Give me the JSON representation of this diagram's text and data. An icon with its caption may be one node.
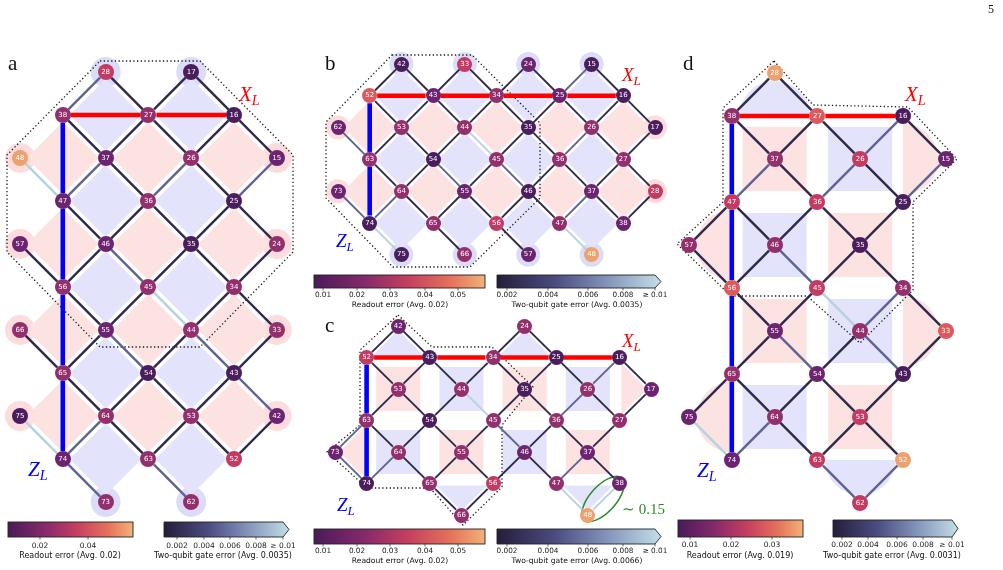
{
  "diagram": {
    "nodes": [
      {
        "text": [
          "28"
        ]
      },
      {
        "text": [
          "17"
        ]
      },
      {
        "text": [
          "38"
        ]
      },
      {
        "text": [
          "27"
        ]
      },
      {
        "text": [
          "16"
        ]
      },
      {
        "text": [
          "48"
        ]
      },
      {
        "text": [
          "37"
        ]
      },
      {
        "text": [
          "26"
        ]
      },
      {
        "text": [
          "15"
        ]
      },
      {
        "text": [
          "47"
        ]
      },
      {
        "text": [
          "36"
        ]
      },
      {
        "text": [
          "25"
        ]
      },
      {
        "text": [
          "57"
        ]
      },
      {
        "text": [
          "46"
        ]
      },
      {
        "text": [
          "35"
        ]
      },
      {
        "text": [
          "24"
        ]
      },
      {
        "text": [
          "56"
        ]
      },
      {
        "text": [
          "45"
        ]
      },
      {
        "text": [
          "34"
        ]
      },
      {
        "text": [
          "66"
        ]
      },
      {
        "text": [
          "55"
        ]
      },
      {
        "text": [
          "44"
        ]
      },
      {
        "text": [
          "33"
        ]
      },
      {
        "text": [
          "65"
        ]
      },
      {
        "text": [
          "54"
        ]
      },
      {
        "text": [
          "43"
        ]
      },
      {
        "text": [
          "75"
        ]
      },
      {
        "text": [
          "64"
        ]
      },
      {
        "text": [
          "53"
        ]
      },
      {
        "text": [
          "42"
        ]
      },
      {
        "text": [
          "74"
        ]
      },
      {
        "text": [
          "63"
        ]
      },
      {
        "text": [
          "52"
        ]
      },
      {
        "text": [
          "73"
        ]
      },
      {
        "text": [
          "62"
        ]
      },
      {
        "text": [
          "42"
        ]
      },
      {
        "text": [
          "33"
        ]
      },
      {
        "text": [
          "24"
        ]
      },
      {
        "text": [
          "15"
        ]
      },
      {
        "text": [
          "52"
        ]
      },
      {
        "text": [
          "43"
        ]
      },
      {
        "text": [
          "34"
        ]
      },
      {
        "text": [
          "25"
        ]
      },
      {
        "text": [
          "16"
        ]
      },
      {
        "text": [
          "62"
        ]
      },
      {
        "text": [
          "53"
        ]
      },
      {
        "text": [
          "44"
        ]
      },
      {
        "text": [
          "35"
        ]
      },
      {
        "text": [
          "26"
        ]
      },
      {
        "text": [
          "17"
        ]
      },
      {
        "text": [
          "63"
        ]
      },
      {
        "text": [
          "54"
        ]
      },
      {
        "text": [
          "45"
        ]
      },
      {
        "text": [
          "36"
        ]
      },
      {
        "text": [
          "27"
        ]
      },
      {
        "text": [
          "73"
        ]
      },
      {
        "text": [
          "64"
        ]
      },
      {
        "text": [
          "55"
        ]
      },
      {
        "text": [
          "46"
        ]
      },
      {
        "text": [
          "37"
        ]
      },
      {
        "text": [
          "28"
        ]
      },
      {
        "text": [
          "74"
        ]
      },
      {
        "text": [
          "65"
        ]
      },
      {
        "text": [
          "56"
        ]
      },
      {
        "text": [
          "47"
        ]
      },
      {
        "text": [
          "38"
        ]
      },
      {
        "text": [
          "75"
        ]
      },
      {
        "text": [
          "66"
        ]
      },
      {
        "text": [
          "57"
        ]
      },
      {
        "text": [
          "48"
        ]
      },
      {
        "text": [
          "42"
        ]
      },
      {
        "text": [
          "24"
        ]
      },
      {
        "text": [
          "52"
        ]
      },
      {
        "text": [
          "43"
        ]
      },
      {
        "text": [
          "34"
        ]
      },
      {
        "text": [
          "25"
        ]
      },
      {
        "text": [
          "16"
        ]
      },
      {
        "text": [
          "53"
        ]
      },
      {
        "text": [
          "44"
        ]
      },
      {
        "text": [
          "35"
        ]
      },
      {
        "text": [
          "26"
        ]
      },
      {
        "text": [
          "17"
        ]
      },
      {
        "text": [
          "63"
        ]
      },
      {
        "text": [
          "54"
        ]
      },
      {
        "text": [
          "45"
        ]
      },
      {
        "text": [
          "36"
        ]
      },
      {
        "text": [
          "27"
        ]
      },
      {
        "text": [
          "73"
        ]
      },
      {
        "text": [
          "64"
        ]
      },
      {
        "text": [
          "55"
        ]
      },
      {
        "text": [
          "46"
        ]
      },
      {
        "text": [
          "37"
        ]
      },
      {
        "text": [
          "74"
        ]
      },
      {
        "text": [
          "65"
        ]
      },
      {
        "text": [
          "56"
        ]
      },
      {
        "text": [
          "47"
        ]
      },
      {
        "text": [
          "38"
        ]
      },
      {
        "text": [
          "66"
        ]
      },
      {
        "text": [
          "48"
        ]
      },
      {
        "text": [
          "28"
        ]
      },
      {
        "text": [
          "38"
        ]
      },
      {
        "text": [
          "27"
        ]
      },
      {
        "text": [
          "16"
        ]
      },
      {
        "text": [
          "37"
        ]
      },
      {
        "text": [
          "26"
        ]
      },
      {
        "text": [
          "15"
        ]
      },
      {
        "text": [
          "47"
        ]
      },
      {
        "text": [
          "36"
        ]
      },
      {
        "text": [
          "25"
        ]
      },
      {
        "text": [
          "57"
        ]
      },
      {
        "text": [
          "46"
        ]
      },
      {
        "text": [
          "35"
        ]
      },
      {
        "text": [
          "56"
        ]
      },
      {
        "text": [
          "45"
        ]
      },
      {
        "text": [
          "34"
        ]
      },
      {
        "text": [
          "55"
        ]
      },
      {
        "text": [
          "44"
        ]
      },
      {
        "text": [
          "33"
        ]
      },
      {
        "text": [
          "65"
        ]
      },
      {
        "text": [
          "54"
        ]
      },
      {
        "text": [
          "43"
        ]
      },
      {
        "text": [
          "75"
        ]
      },
      {
        "text": [
          "64"
        ]
      },
      {
        "text": [
          "53"
        ]
      },
      {
        "text": [
          "74"
        ]
      },
      {
        "text": [
          "63"
        ]
      },
      {
        "text": [
          "52"
        ]
      },
      {
        "text": [
          "62"
        ]
      }
    ],
    "edges": [
      {
        "from": 0,
        "to": 2,
        "arrow": "none",
        "color": "#5f6394"
      },
      {
        "from": 0,
        "to": 3,
        "arrow": "none"
      },
      {
        "from": 1,
        "to": 3,
        "arrow": "none"
      },
      {
        "from": 1,
        "to": 4,
        "arrow": "none"
      },
      {
        "from": 2,
        "to": 6,
        "arrow": "none"
      },
      {
        "from": 3,
        "to": 6,
        "arrow": "none"
      },
      {
        "from": 3,
        "to": 7,
        "arrow": "none"
      },
      {
        "from": 4,
        "to": 7,
        "arrow": "none"
      },
      {
        "from": 4,
        "to": 8,
        "arrow": "none"
      },
      {
        "from": 5,
        "to": 9,
        "arrow": "none",
        "color": "#b4d3de"
      },
      {
        "from": 6,
        "to": 9,
        "arrow": "none",
        "color": "#5f6394"
      },
      {
        "from": 6,
        "to": 10,
        "arrow": "none"
      },
      {
        "from": 7,
        "to": 10,
        "arrow": "none",
        "color": "#5f6394"
      },
      {
        "from": 7,
        "to": 11,
        "arrow": "none"
      },
      {
        "from": 8,
        "to": 11,
        "arrow": "none",
        "color": "#5f6394"
      },
      {
        "from": 9,
        "to": 13,
        "arrow": "none"
      },
      {
        "from": 10,
        "to": 13,
        "arrow": "none"
      },
      {
        "from": 10,
        "to": 14,
        "arrow": "none"
      },
      {
        "from": 11,
        "to": 14,
        "arrow": "none"
      },
      {
        "from": 11,
        "to": 15,
        "arrow": "none"
      },
      {
        "from": 12,
        "to": 16,
        "arrow": "none"
      },
      {
        "from": 13,
        "to": 16,
        "arrow": "none"
      },
      {
        "from": 13,
        "to": 17,
        "arrow": "none",
        "color": "#5f6394"
      },
      {
        "from": 14,
        "to": 17,
        "arrow": "none"
      },
      {
        "from": 14,
        "to": 18,
        "arrow": "none"
      },
      {
        "from": 15,
        "to": 18,
        "arrow": "none"
      },
      {
        "from": 16,
        "to": 20,
        "arrow": "none"
      },
      {
        "from": 17,
        "to": 20,
        "arrow": "none"
      },
      {
        "from": 17,
        "to": 21,
        "arrow": "none",
        "color": "#b4d3de"
      },
      {
        "from": 18,
        "to": 21,
        "arrow": "none"
      },
      {
        "from": 18,
        "to": 22,
        "arrow": "none"
      },
      {
        "from": 19,
        "to": 23,
        "arrow": "none"
      },
      {
        "from": 20,
        "to": 23,
        "arrow": "none"
      },
      {
        "from": 20,
        "to": 24,
        "arrow": "none",
        "color": "#5f6394"
      },
      {
        "from": 21,
        "to": 24,
        "arrow": "none"
      },
      {
        "from": 21,
        "to": 25,
        "arrow": "none",
        "color": "#5f6394"
      },
      {
        "from": 22,
        "to": 25,
        "arrow": "none"
      },
      {
        "from": 23,
        "to": 27,
        "arrow": "none"
      },
      {
        "from": 24,
        "to": 27,
        "arrow": "none"
      },
      {
        "from": 24,
        "to": 28,
        "arrow": "none"
      },
      {
        "from": 25,
        "to": 28,
        "arrow": "none"
      },
      {
        "from": 25,
        "to": 29,
        "arrow": "none",
        "color": "#5f6394"
      },
      {
        "from": 26,
        "to": 30,
        "arrow": "none",
        "color": "#b4d3de"
      },
      {
        "from": 27,
        "to": 30,
        "arrow": "none",
        "color": "#5f6394"
      },
      {
        "from": 27,
        "to": 31,
        "arrow": "none"
      },
      {
        "from": 28,
        "to": 31,
        "arrow": "none"
      },
      {
        "from": 28,
        "to": 32,
        "arrow": "none"
      },
      {
        "from": 29,
        "to": 32,
        "arrow": "none"
      },
      {
        "from": 30,
        "to": 33,
        "arrow": "none",
        "color": "#5f6394"
      },
      {
        "from": 31,
        "to": 34,
        "arrow": "none",
        "color": "#5f6394"
      },
      {
        "from": 2,
        "to": 3,
        "arrow": "none",
        "style": "thick",
        "color": "#ff0000"
      },
      {
        "from": 3,
        "to": 4,
        "arrow": "none",
        "style": "thick",
        "color": "#ff0000"
      },
      {
        "from": 2,
        "to": 9,
        "arrow": "none",
        "style": "thick",
        "color": "#0000ff"
      },
      {
        "from": 9,
        "to": 16,
        "arrow": "none",
        "style": "thick",
        "color": "#0000ff"
      },
      {
        "from": 16,
        "to": 23,
        "arrow": "none",
        "style": "thick",
        "color": "#0000ff"
      },
      {
        "from": 23,
        "to": 30,
        "arrow": "none",
        "style": "thick",
        "color": "#0000ff"
      },
      {
        "from": 35,
        "to": 39,
        "arrow": "none"
      },
      {
        "from": 35,
        "to": 40,
        "arrow": "none"
      },
      {
        "from": 36,
        "to": 40,
        "arrow": "none"
      },
      {
        "from": 36,
        "to": 41,
        "arrow": "none"
      },
      {
        "from": 37,
        "to": 41,
        "arrow": "none"
      },
      {
        "from": 37,
        "to": 42,
        "arrow": "none"
      },
      {
        "from": 38,
        "to": 42,
        "arrow": "none",
        "color": "#5f6394"
      },
      {
        "from": 38,
        "to": 43,
        "arrow": "none"
      },
      {
        "from": 39,
        "to": 45,
        "arrow": "none"
      },
      {
        "from": 40,
        "to": 45,
        "arrow": "none"
      },
      {
        "from": 40,
        "to": 46,
        "arrow": "none"
      },
      {
        "from": 41,
        "to": 46,
        "arrow": "none"
      },
      {
        "from": 41,
        "to": 47,
        "arrow": "none"
      },
      {
        "from": 42,
        "to": 47,
        "arrow": "none"
      },
      {
        "from": 42,
        "to": 48,
        "arrow": "none"
      },
      {
        "from": 43,
        "to": 48,
        "arrow": "none"
      },
      {
        "from": 43,
        "to": 49,
        "arrow": "none"
      },
      {
        "from": 44,
        "to": 50,
        "arrow": "none",
        "color": "#5f6394"
      },
      {
        "from": 45,
        "to": 50,
        "arrow": "none"
      },
      {
        "from": 45,
        "to": 51,
        "arrow": "none"
      },
      {
        "from": 46,
        "to": 51,
        "arrow": "none"
      },
      {
        "from": 46,
        "to": 52,
        "arrow": "none",
        "color": "#b4d3de"
      },
      {
        "from": 47,
        "to": 52,
        "arrow": "none"
      },
      {
        "from": 47,
        "to": 53,
        "arrow": "none"
      },
      {
        "from": 48,
        "to": 53,
        "arrow": "none",
        "color": "#5f6394"
      },
      {
        "from": 48,
        "to": 54,
        "arrow": "none"
      },
      {
        "from": 49,
        "to": 54,
        "arrow": "none"
      },
      {
        "from": 50,
        "to": 56,
        "arrow": "none"
      },
      {
        "from": 51,
        "to": 56,
        "arrow": "none"
      },
      {
        "from": 51,
        "to": 57,
        "arrow": "none",
        "color": "#5f6394"
      },
      {
        "from": 52,
        "to": 57,
        "arrow": "none"
      },
      {
        "from": 52,
        "to": 58,
        "arrow": "none",
        "color": "#5f6394"
      },
      {
        "from": 53,
        "to": 58,
        "arrow": "none"
      },
      {
        "from": 53,
        "to": 59,
        "arrow": "none"
      },
      {
        "from": 54,
        "to": 59,
        "arrow": "none"
      },
      {
        "from": 54,
        "to": 60,
        "arrow": "none"
      },
      {
        "from": 55,
        "to": 61,
        "arrow": "none",
        "color": "#5f6394"
      },
      {
        "from": 56,
        "to": 61,
        "arrow": "none",
        "color": "#5f6394"
      },
      {
        "from": 56,
        "to": 62,
        "arrow": "none"
      },
      {
        "from": 57,
        "to": 62,
        "arrow": "none"
      },
      {
        "from": 57,
        "to": 63,
        "arrow": "none"
      },
      {
        "from": 58,
        "to": 63,
        "arrow": "none"
      },
      {
        "from": 58,
        "to": 64,
        "arrow": "none"
      },
      {
        "from": 59,
        "to": 64,
        "arrow": "none",
        "color": "#5f6394"
      },
      {
        "from": 59,
        "to": 65,
        "arrow": "none"
      },
      {
        "from": 60,
        "to": 65,
        "arrow": "none"
      },
      {
        "from": 61,
        "to": 66,
        "arrow": "none",
        "color": "#b4d3de"
      },
      {
        "from": 62,
        "to": 67,
        "arrow": "none"
      },
      {
        "from": 63,
        "to": 68,
        "arrow": "none"
      },
      {
        "from": 64,
        "to": 69,
        "arrow": "none",
        "color": "#b4d3de"
      },
      {
        "from": 39,
        "to": 40,
        "arrow": "none",
        "style": "thick",
        "color": "#ff0000"
      },
      {
        "from": 40,
        "to": 41,
        "arrow": "none",
        "style": "thick",
        "color": "#ff0000"
      },
      {
        "from": 41,
        "to": 42,
        "arrow": "none",
        "style": "thick",
        "color": "#ff0000"
      },
      {
        "from": 42,
        "to": 43,
        "arrow": "none",
        "style": "thick",
        "color": "#ff0000"
      },
      {
        "from": 39,
        "to": 50,
        "arrow": "none",
        "style": "thick",
        "color": "#0000ff"
      },
      {
        "from": 50,
        "to": 61,
        "arrow": "none",
        "style": "thick",
        "color": "#0000ff"
      },
      {
        "from": 70,
        "to": 72,
        "arrow": "none"
      },
      {
        "from": 70,
        "to": 73,
        "arrow": "none"
      },
      {
        "from": 71,
        "to": 74,
        "arrow": "none"
      },
      {
        "from": 71,
        "to": 75,
        "arrow": "none"
      },
      {
        "from": 72,
        "to": 77,
        "arrow": "none"
      },
      {
        "from": 73,
        "to": 77,
        "arrow": "none"
      },
      {
        "from": 73,
        "to": 78,
        "arrow": "none"
      },
      {
        "from": 74,
        "to": 78,
        "arrow": "none"
      },
      {
        "from": 74,
        "to": 79,
        "arrow": "none"
      },
      {
        "from": 75,
        "to": 79,
        "arrow": "none"
      },
      {
        "from": 75,
        "to": 80,
        "arrow": "none"
      },
      {
        "from": 76,
        "to": 80,
        "arrow": "none",
        "color": "#5f6394"
      },
      {
        "from": 76,
        "to": 81,
        "arrow": "none"
      },
      {
        "from": 77,
        "to": 82,
        "arrow": "none"
      },
      {
        "from": 77,
        "to": 83,
        "arrow": "none"
      },
      {
        "from": 78,
        "to": 83,
        "arrow": "none"
      },
      {
        "from": 78,
        "to": 84,
        "arrow": "none",
        "color": "#b4d3de"
      },
      {
        "from": 79,
        "to": 84,
        "arrow": "none"
      },
      {
        "from": 79,
        "to": 85,
        "arrow": "none"
      },
      {
        "from": 80,
        "to": 85,
        "arrow": "none",
        "color": "#5f6394"
      },
      {
        "from": 80,
        "to": 86,
        "arrow": "none"
      },
      {
        "from": 81,
        "to": 86,
        "arrow": "none"
      },
      {
        "from": 87,
        "to": 82,
        "arrow": "none",
        "color": "#5f6394"
      },
      {
        "from": 82,
        "to": 88,
        "arrow": "none"
      },
      {
        "from": 83,
        "to": 88,
        "arrow": "none"
      },
      {
        "from": 83,
        "to": 89,
        "arrow": "none"
      },
      {
        "from": 84,
        "to": 89,
        "arrow": "none"
      },
      {
        "from": 84,
        "to": 90,
        "arrow": "none",
        "color": "#5f6394"
      },
      {
        "from": 85,
        "to": 90,
        "arrow": "none"
      },
      {
        "from": 85,
        "to": 91,
        "arrow": "none"
      },
      {
        "from": 86,
        "to": 91,
        "arrow": "none"
      },
      {
        "from": 87,
        "to": 92,
        "arrow": "none",
        "color": "#5f6394"
      },
      {
        "from": 88,
        "to": 92,
        "arrow": "none",
        "color": "#5f6394"
      },
      {
        "from": 88,
        "to": 93,
        "arrow": "none"
      },
      {
        "from": 89,
        "to": 93,
        "arrow": "none"
      },
      {
        "from": 89,
        "to": 94,
        "arrow": "none"
      },
      {
        "from": 90,
        "to": 94,
        "arrow": "none"
      },
      {
        "from": 90,
        "to": 95,
        "arrow": "none"
      },
      {
        "from": 91,
        "to": 95,
        "arrow": "none",
        "color": "#5f6394"
      },
      {
        "from": 91,
        "to": 96,
        "arrow": "none"
      },
      {
        "from": 93,
        "to": 97,
        "arrow": "none"
      },
      {
        "from": 94,
        "to": 97,
        "arrow": "none"
      },
      {
        "from": 95,
        "to": 98,
        "arrow": "none",
        "color": "#b4d3de"
      },
      {
        "from": 96,
        "to": 98,
        "arrow": "none",
        "color": "#b4d3de"
      },
      {
        "from": 72,
        "to": 73,
        "arrow": "none",
        "style": "thick",
        "color": "#ff0000"
      },
      {
        "from": 73,
        "to": 74,
        "arrow": "none",
        "style": "thick",
        "color": "#ff0000"
      },
      {
        "from": 74,
        "to": 75,
        "arrow": "none",
        "style": "thick",
        "color": "#ff0000"
      },
      {
        "from": 75,
        "to": 76,
        "arrow": "none",
        "style": "thick",
        "color": "#ff0000"
      },
      {
        "from": 72,
        "to": 82,
        "arrow": "none",
        "style": "thick",
        "color": "#0000ff"
      },
      {
        "from": 82,
        "to": 92,
        "arrow": "none",
        "style": "thick",
        "color": "#0000ff"
      },
      {
        "from": 99,
        "to": 100,
        "arrow": "none"
      },
      {
        "from": 99,
        "to": 101,
        "arrow": "none"
      },
      {
        "from": 100,
        "to": 103,
        "arrow": "none"
      },
      {
        "from": 101,
        "to": 103,
        "arrow": "none"
      },
      {
        "from": 101,
        "to": 104,
        "arrow": "none"
      },
      {
        "from": 102,
        "to": 104,
        "arrow": "none",
        "color": "#5f6394"
      },
      {
        "from": 102,
        "to": 105,
        "arrow": "none"
      },
      {
        "from": 103,
        "to": 106,
        "arrow": "none",
        "color": "#5f6394"
      },
      {
        "from": 103,
        "to": 107,
        "arrow": "none"
      },
      {
        "from": 104,
        "to": 107,
        "arrow": "none",
        "color": "#5f6394"
      },
      {
        "from": 104,
        "to": 108,
        "arrow": "none"
      },
      {
        "from": 105,
        "to": 108,
        "arrow": "none",
        "color": "#5f6394"
      },
      {
        "from": 109,
        "to": 106,
        "arrow": "none"
      },
      {
        "from": 106,
        "to": 110,
        "arrow": "none"
      },
      {
        "from": 107,
        "to": 110,
        "arrow": "none"
      },
      {
        "from": 107,
        "to": 111,
        "arrow": "none"
      },
      {
        "from": 108,
        "to": 111,
        "arrow": "none"
      },
      {
        "from": 109,
        "to": 112,
        "arrow": "none"
      },
      {
        "from": 110,
        "to": 112,
        "arrow": "none"
      },
      {
        "from": 110,
        "to": 113,
        "arrow": "none",
        "color": "#5f6394"
      },
      {
        "from": 111,
        "to": 113,
        "arrow": "none"
      },
      {
        "from": 111,
        "to": 114,
        "arrow": "none"
      },
      {
        "from": 112,
        "to": 115,
        "arrow": "none"
      },
      {
        "from": 113,
        "to": 115,
        "arrow": "none"
      },
      {
        "from": 113,
        "to": 116,
        "arrow": "none",
        "color": "#b4d3de"
      },
      {
        "from": 114,
        "to": 116,
        "arrow": "none",
        "color": "#5f6394"
      },
      {
        "from": 114,
        "to": 117,
        "arrow": "none"
      },
      {
        "from": 115,
        "to": 118,
        "arrow": "none"
      },
      {
        "from": 115,
        "to": 119,
        "arrow": "none",
        "color": "#5f6394"
      },
      {
        "from": 116,
        "to": 119,
        "arrow": "none"
      },
      {
        "from": 116,
        "to": 120,
        "arrow": "none",
        "color": "#5f6394"
      },
      {
        "from": 117,
        "to": 120,
        "arrow": "none"
      },
      {
        "from": 121,
        "to": 118,
        "arrow": "none"
      },
      {
        "from": 118,
        "to": 122,
        "arrow": "none"
      },
      {
        "from": 119,
        "to": 122,
        "arrow": "none"
      },
      {
        "from": 119,
        "to": 123,
        "arrow": "none"
      },
      {
        "from": 120,
        "to": 123,
        "arrow": "none"
      },
      {
        "from": 121,
        "to": 124,
        "arrow": "none",
        "color": "#b4d3de"
      },
      {
        "from": 122,
        "to": 124,
        "arrow": "none",
        "color": "#5f6394"
      },
      {
        "from": 122,
        "to": 125,
        "arrow": "none"
      },
      {
        "from": 123,
        "to": 125,
        "arrow": "none"
      },
      {
        "from": 123,
        "to": 126,
        "arrow": "none"
      },
      {
        "from": 125,
        "to": 127,
        "arrow": "none",
        "color": "#5f6394"
      },
      {
        "from": 126,
        "to": 127,
        "arrow": "none",
        "color": "#5f6394"
      },
      {
        "from": 100,
        "to": 101,
        "arrow": "none",
        "style": "thick",
        "color": "#ff0000"
      },
      {
        "from": 101,
        "to": 102,
        "arrow": "none",
        "style": "thick",
        "color": "#ff0000"
      },
      {
        "from": 100,
        "to": 106,
        "arrow": "none",
        "style": "thick",
        "color": "#0000ff"
      },
      {
        "from": 106,
        "to": 112,
        "arrow": "none",
        "style": "thick",
        "color": "#0000ff"
      },
      {
        "from": 112,
        "to": 118,
        "arrow": "none",
        "style": "thick",
        "color": "#0000ff"
      },
      {
        "from": 118,
        "to": 124,
        "arrow": "none",
        "style": "thick",
        "color": "#0000ff"
      }
    ],
    "labels": [
      "5",
      "a",
      "X$_{L}$",
      "Z$_{L}$",
      "0.02",
      "0.04",
      "Readout error (Avg. 0.02)",
      "0.002",
      "0.004",
      "0.006",
      "0.008",
      "≥ 0.01",
      "Two-qubit gate error (Avg. 0.0035)",
      "b",
      "X$_{L}$",
      "Z$_{L}$",
      "0.01",
      "0.02",
      "0.03",
      "0.04",
      "0.05",
      "Readout error (Avg. 0.02)",
      "0.002",
      "0.004",
      "0.006",
      "0.008",
      "≥ 0.01",
      "Two-qubit gate error (Avg. 0.0035)",
      "c",
      "X$_{L}$",
      "Z$_{L}$",
      "∼ 0.15",
      "0.01",
      "0.02",
      "0.03",
      "0.04",
      "0.05",
      "Readout error (Avg. 0.02)",
      "0.002",
      "0.004",
      "0.006",
      "0.008",
      "≥ 0.01",
      "Two-qubit gate error (Avg. 0.0066)",
      "d",
      "X$_{L}$",
      "Z$_{L}$",
      "0.01",
      "0.02",
      "0.03",
      "Readout error (Avg. 0.019)",
      "0.002",
      "0.004",
      "0.006",
      "0.008",
      "≥ 0.01",
      "Two-qubit gate error (Avg. 0.0031)"
    ]
  }
}
